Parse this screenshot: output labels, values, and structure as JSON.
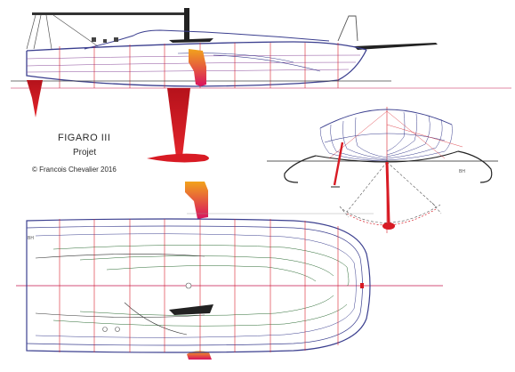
{
  "drawing": {
    "title": "FIGARO III",
    "subtitle": "Projet",
    "credit": "© Francois Chevalier 2016",
    "station_mark": "BH"
  },
  "colors": {
    "hull_outline": "#3b3f8f",
    "station_lines": "#d8202a",
    "waterline": "#c4144b",
    "keel": "#d81b24",
    "foil_gradient_top": "#f2a31c",
    "foil_gradient_bottom": "#d8125f",
    "buttock_lines": "#2b6b33",
    "mast": "#222222"
  }
}
